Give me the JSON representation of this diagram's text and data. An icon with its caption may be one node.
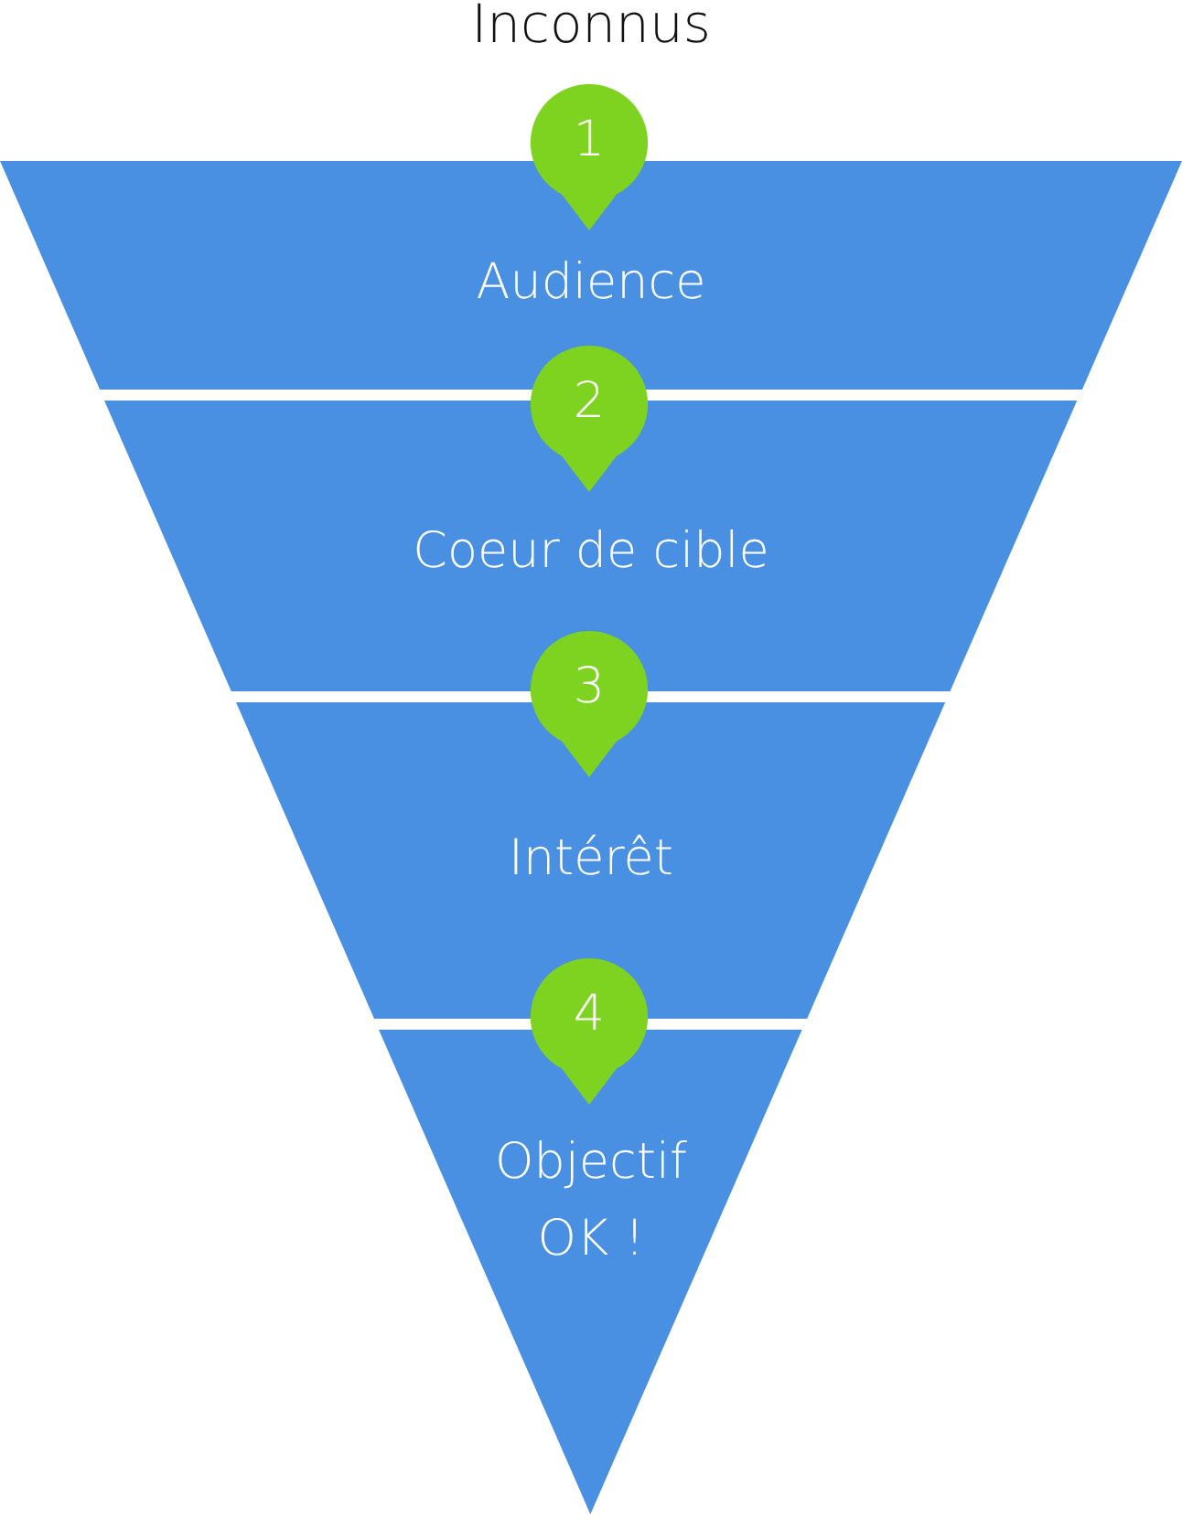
{
  "diagram": {
    "title": "Inconnus",
    "nodes": [
      {
        "text": [
          "Audience"
        ]
      },
      {
        "text": [
          "Coeur de cible"
        ]
      },
      {
        "text": [
          "Intérêt"
        ]
      },
      {
        "text": [
          "Objectif OK !"
        ]
      },
      {
        "text": [
          "1"
        ]
      },
      {
        "text": [
          "2"
        ]
      },
      {
        "text": [
          "3"
        ]
      },
      {
        "text": [
          "4"
        ]
      }
    ],
    "edges": []
  }
}
